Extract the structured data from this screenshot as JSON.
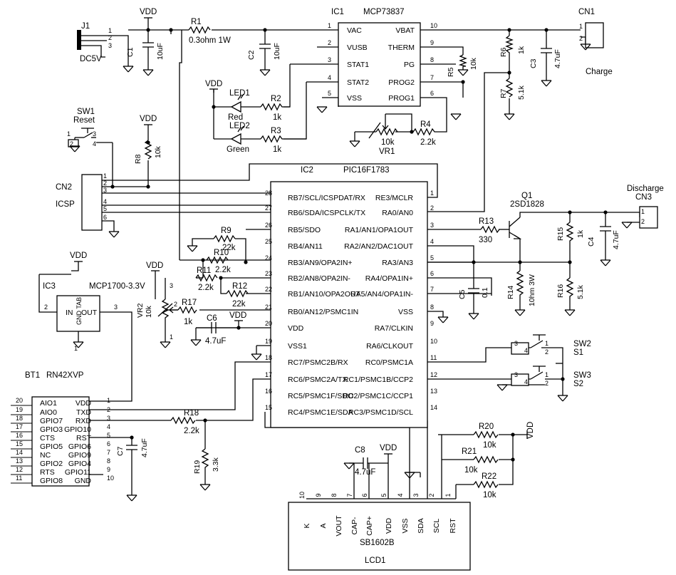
{
  "labels": {
    "vdd": "VDD",
    "j1": "J1",
    "dc5v": "DC5V",
    "r1": "R1",
    "r1_val": "0.3ohm 1W",
    "c1": "C1",
    "c1_val": "10uF",
    "c2": "C2",
    "c2_val": "10uF",
    "ic1": "IC1",
    "ic1_part": "MCP73837",
    "cn1": "CN1",
    "charge": "Charge",
    "r6": "R6",
    "r6_val": "1k",
    "r7": "R7",
    "r7_val": "5.1k",
    "c3": "C3",
    "c3_val": "4.7uF",
    "r5": "R5",
    "r5_val": "10k",
    "led1": "LED1",
    "red": "Red",
    "led2": "LED2",
    "green": "Green",
    "r2": "R2",
    "r2_val": "1k",
    "r3": "R3",
    "r3_val": "1k",
    "r4": "R4",
    "r4_val": "2.2k",
    "vr1": "VR1",
    "vr1_val": "10k",
    "sw1": "SW1",
    "reset": "Reset",
    "r8": "R8",
    "r8_val": "10k",
    "cn2": "CN2",
    "icsp": "ICSP",
    "ic2": "IC2",
    "ic2_part": "PIC16F1783",
    "discharge": "Discharge",
    "cn3": "CN3",
    "q1": "Q1",
    "q1_part": "2SD1828",
    "r13": "R13",
    "r13_val": "330",
    "r15": "R15",
    "r15_val": "1k",
    "r16": "R16",
    "r16_val": "5.1k",
    "c4": "C4",
    "c4_val": "4.7uF",
    "r14": "R14",
    "r14_val": "10hm 3W",
    "c5": "C5",
    "c5_val": "0.1",
    "r9": "R9",
    "r9_val": "22k",
    "r10": "R10",
    "r10_val": "2.2k",
    "r11": "R11",
    "r11_val": "2.2k",
    "r12": "R12",
    "r12_val": "22k",
    "ic3": "IC3",
    "ic3_part": "MCP1700-3.3V",
    "in": "IN",
    "out": "OUT",
    "gnd_tab": "GND TAB",
    "vr2": "VR2",
    "vr2_val": "10k",
    "r17": "R17",
    "r17_val": "1k",
    "c6": "C6",
    "c6_val": "4.7uF",
    "bt1": "BT1",
    "bt1_part": "RN42XVP",
    "r18": "R18",
    "r18_val": "2.2k",
    "r19": "R19",
    "r19_val": "3.3k",
    "c7": "C7",
    "c7_val": "4.7uF",
    "sw2": "SW2",
    "s1": "S1",
    "sw3": "SW3",
    "s2": "S2",
    "r20": "R20",
    "r20_val": "10k",
    "r21": "R21",
    "r21_val": "10k",
    "r22": "R22",
    "r22_val": "10k",
    "c8": "C8",
    "c8_val": "4.7uF",
    "lcd_part": "SB1602B",
    "lcd1": "LCD1"
  },
  "ic1_pins_left": [
    "VAC",
    "VUSB",
    "STAT1",
    "STAT2",
    "VSS"
  ],
  "ic1_pins_right": [
    "VBAT",
    "THERM",
    "PG",
    "PROG2",
    "PROG1"
  ],
  "ic1_nums_left": [
    "1",
    "2",
    "3",
    "4",
    "5"
  ],
  "ic1_nums_right": [
    "10",
    "9",
    "8",
    "7",
    "6"
  ],
  "ic2_pins_left": [
    "RB7/SCL/ICSPDAT/RX",
    "RB6/SDA/ICSPCLK/TX",
    "RB5/SDO",
    "RB4/AN11",
    "RB3/AN9/OPA2IN+",
    "RB2/AN8/OPA2IN-",
    "RB1/AN10/OPA2OUT",
    "RB0/AN12/PSMC1IN",
    "VDD",
    "VSS1",
    "RC7/PSMC2B/RX",
    "RC6/PSMC2A/TX",
    "RC5/PSMC1F/SDO",
    "RC4/PSMC1E/SDA"
  ],
  "ic2_nums_left": [
    "28",
    "27",
    "26",
    "25",
    "24",
    "23",
    "22",
    "21",
    "20",
    "19",
    "18",
    "17",
    "16",
    "15"
  ],
  "ic2_pins_right": [
    "RE3/MCLR",
    "RA0/AN0",
    "RA1/AN1/OPA1OUT",
    "RA2/AN2/DAC1OUT",
    "RA3/AN3",
    "RA4/OPA1IN+",
    "RA5/AN4/OPA1IN-",
    "VSS",
    "RA7/CLKIN",
    "RA6/CLKOUT",
    "RC0/PSMC1A",
    "RC1/PSMC1B/CCP2",
    "RC2/PSMC1C/CCP1",
    "RC3/PSMC1D/SCL"
  ],
  "ic2_nums_right": [
    "1",
    "2",
    "3",
    "4",
    "5",
    "6",
    "7",
    "8",
    "9",
    "10",
    "11",
    "12",
    "13",
    "14"
  ],
  "bt1_pins_left": [
    "AIO1",
    "AIO0",
    "GPIO7",
    "GPIO3",
    "CTS",
    "GPIO5",
    "NC",
    "GPIO2",
    "RTS",
    "GPIO8"
  ],
  "bt1_nums_left": [
    "20",
    "19",
    "18",
    "17",
    "16",
    "15",
    "14",
    "13",
    "12",
    "11"
  ],
  "bt1_pins_right": [
    "VDD",
    "TXD",
    "RXD",
    "GPIO10",
    "RST",
    "GPIO6",
    "GPIO9",
    "GPIO4",
    "GPIO11",
    "GND"
  ],
  "bt1_nums_right": [
    "1",
    "2",
    "3",
    "4",
    "5",
    "6",
    "7",
    "8",
    "9",
    "10"
  ],
  "lcd_pins": [
    "K",
    "A",
    "VOUT",
    "CAP-",
    "CAP+",
    "VDD",
    "VSS",
    "SDA",
    "SCL",
    "RST"
  ],
  "lcd_nums": [
    "10",
    "9",
    "8",
    "7",
    "6",
    "5",
    "4",
    "3",
    "2",
    "1"
  ],
  "misc_pins": {
    "cn1": [
      "1",
      "2"
    ],
    "cn2": [
      "1",
      "2",
      "3",
      "4",
      "5",
      "6"
    ],
    "cn3": [
      "1",
      "2"
    ],
    "j1": [
      "1",
      "2",
      "3"
    ],
    "sw1": [
      "1",
      "2",
      "3",
      "4"
    ],
    "sw2": [
      "3",
      "4",
      "1",
      "2"
    ],
    "sw3": [
      "3",
      "4",
      "1",
      "2"
    ],
    "ic3": [
      "2",
      "3",
      "1"
    ],
    "vr2": [
      "1",
      "2",
      "3"
    ]
  }
}
